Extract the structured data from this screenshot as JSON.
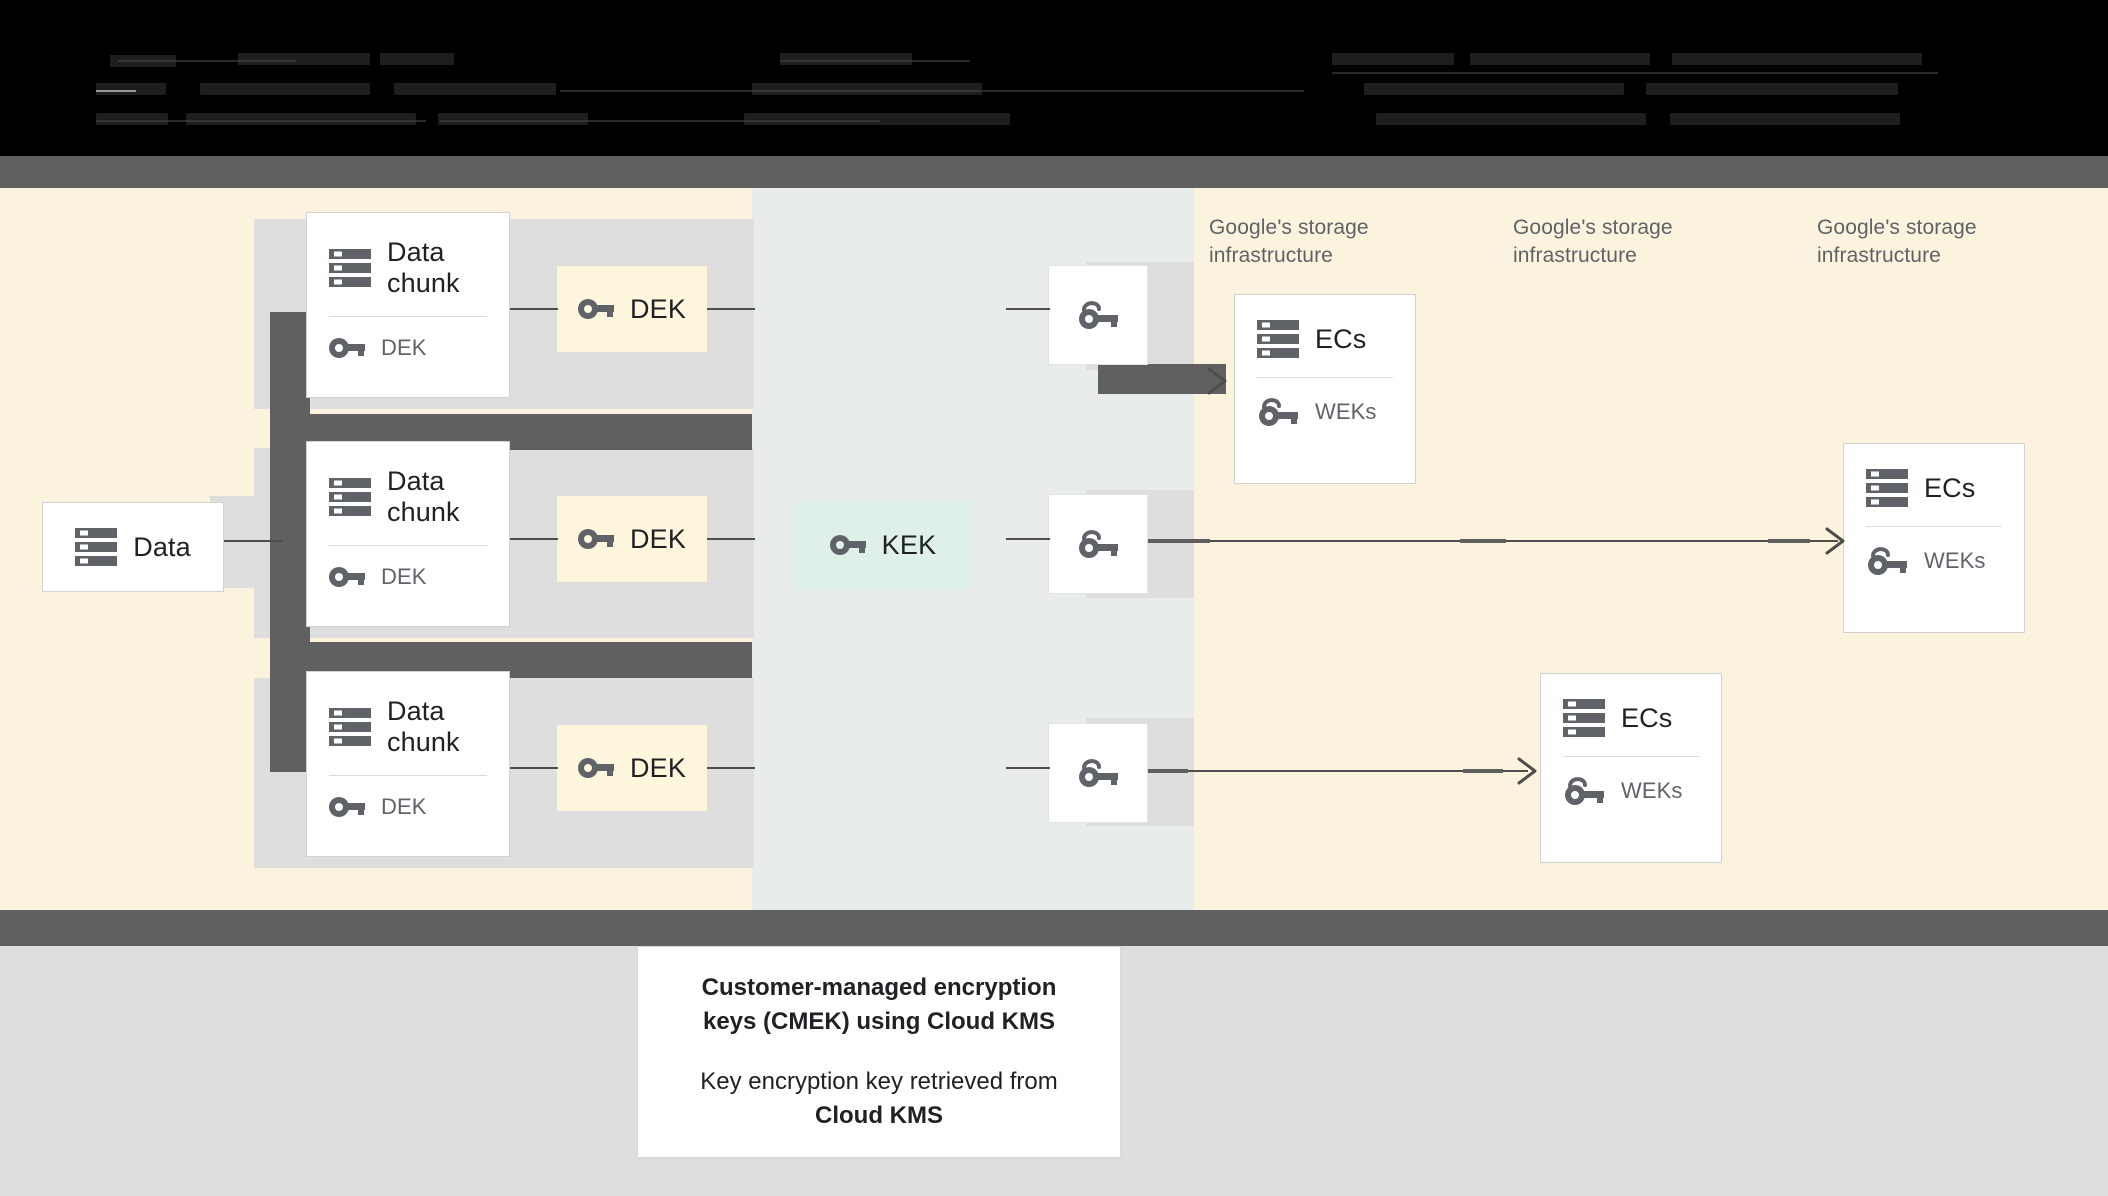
{
  "banner": {
    "obscured": true,
    "note": "top banner text is rendered dark-on-black and is not legible"
  },
  "diagram": {
    "title": "Customer-managed encryption keys (CMEK) using Cloud KMS",
    "source_node": {
      "label": "Data",
      "icon": "server-icon"
    },
    "chunks": [
      {
        "title": "Data\nchunk",
        "icon": "server-icon",
        "key_label": "DEK",
        "key_icon": "key-icon"
      },
      {
        "title": "Data\nchunk",
        "icon": "server-icon",
        "key_label": "DEK",
        "key_icon": "key-icon"
      },
      {
        "title": "Data\nchunk",
        "icon": "server-icon",
        "key_label": "DEK",
        "key_icon": "key-icon"
      }
    ],
    "dek_boxes": [
      {
        "label": "DEK",
        "icon": "key-icon"
      },
      {
        "label": "DEK",
        "icon": "key-icon"
      },
      {
        "label": "DEK",
        "icon": "key-icon"
      }
    ],
    "kek_box": {
      "label": "KEK",
      "icon": "key-icon"
    },
    "wrapped_keys": [
      {
        "icon": "wrapped-key-icon"
      },
      {
        "icon": "wrapped-key-icon"
      },
      {
        "icon": "wrapped-key-icon"
      }
    ],
    "infra_labels": [
      "Google's storage\ninfrastructure",
      "Google's storage\ninfrastructure",
      "Google's storage\ninfrastructure"
    ],
    "ec_cards": [
      {
        "title": "ECs",
        "icon": "server-icon",
        "key_label": "WEKs",
        "key_icon": "wrapped-key-icon"
      },
      {
        "title": "ECs",
        "icon": "server-icon",
        "key_label": "WEKs",
        "key_icon": "wrapped-key-icon"
      },
      {
        "title": "ECs",
        "icon": "server-icon",
        "key_label": "WEKs",
        "key_icon": "wrapped-key-icon"
      }
    ]
  },
  "caption": {
    "line1": "Customer-managed encryption keys (CMEK) using Cloud KMS",
    "line2_prefix": "Key encryption key retrieved from ",
    "line2_strong": "Cloud KMS"
  },
  "colors": {
    "cream": "#fbf3de",
    "blue_band": "#e8ecec",
    "dek_fill": "#fdf5dc",
    "kek_fill": "#dff0e8",
    "halo_gray": "#dedede",
    "slab_gray": "#606060",
    "text_primary": "#202124",
    "text_secondary": "#5f6368"
  }
}
